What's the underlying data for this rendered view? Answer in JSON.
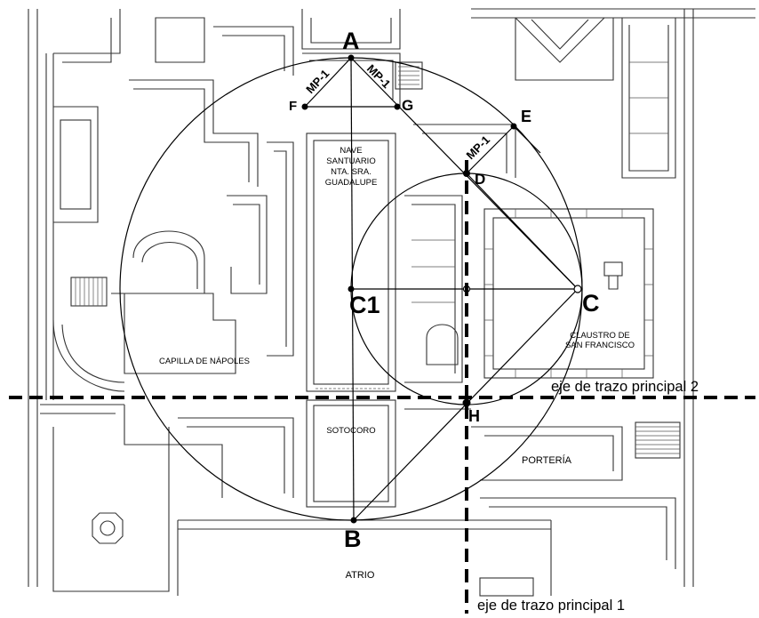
{
  "points": {
    "A": "A",
    "B": "B",
    "C": "C",
    "C1": "C1",
    "D": "D",
    "E": "E",
    "F": "F",
    "G": "G",
    "H": "H"
  },
  "segment_labels": {
    "mp1": "MP-1"
  },
  "rooms": {
    "nave_1": "NAVE",
    "nave_2": "SANTUARIO",
    "nave_3": "NTA. SRA.",
    "nave_4": "GUADALUPE",
    "claustro_1": "CLAUSTRO DE",
    "claustro_2": "SAN FRANCISCO",
    "capilla": "CAPILLA DE NÁPOLES",
    "sotocoro": "SOTOCORO",
    "porteria": "PORTERÍA",
    "atrio": "ATRIO"
  },
  "axes": {
    "axis2": "eje de trazo principal 2",
    "axis1": "eje de trazo principal 1"
  },
  "colors": {
    "ink": "#000000",
    "plan_lines": "#333333",
    "background": "#ffffff"
  }
}
